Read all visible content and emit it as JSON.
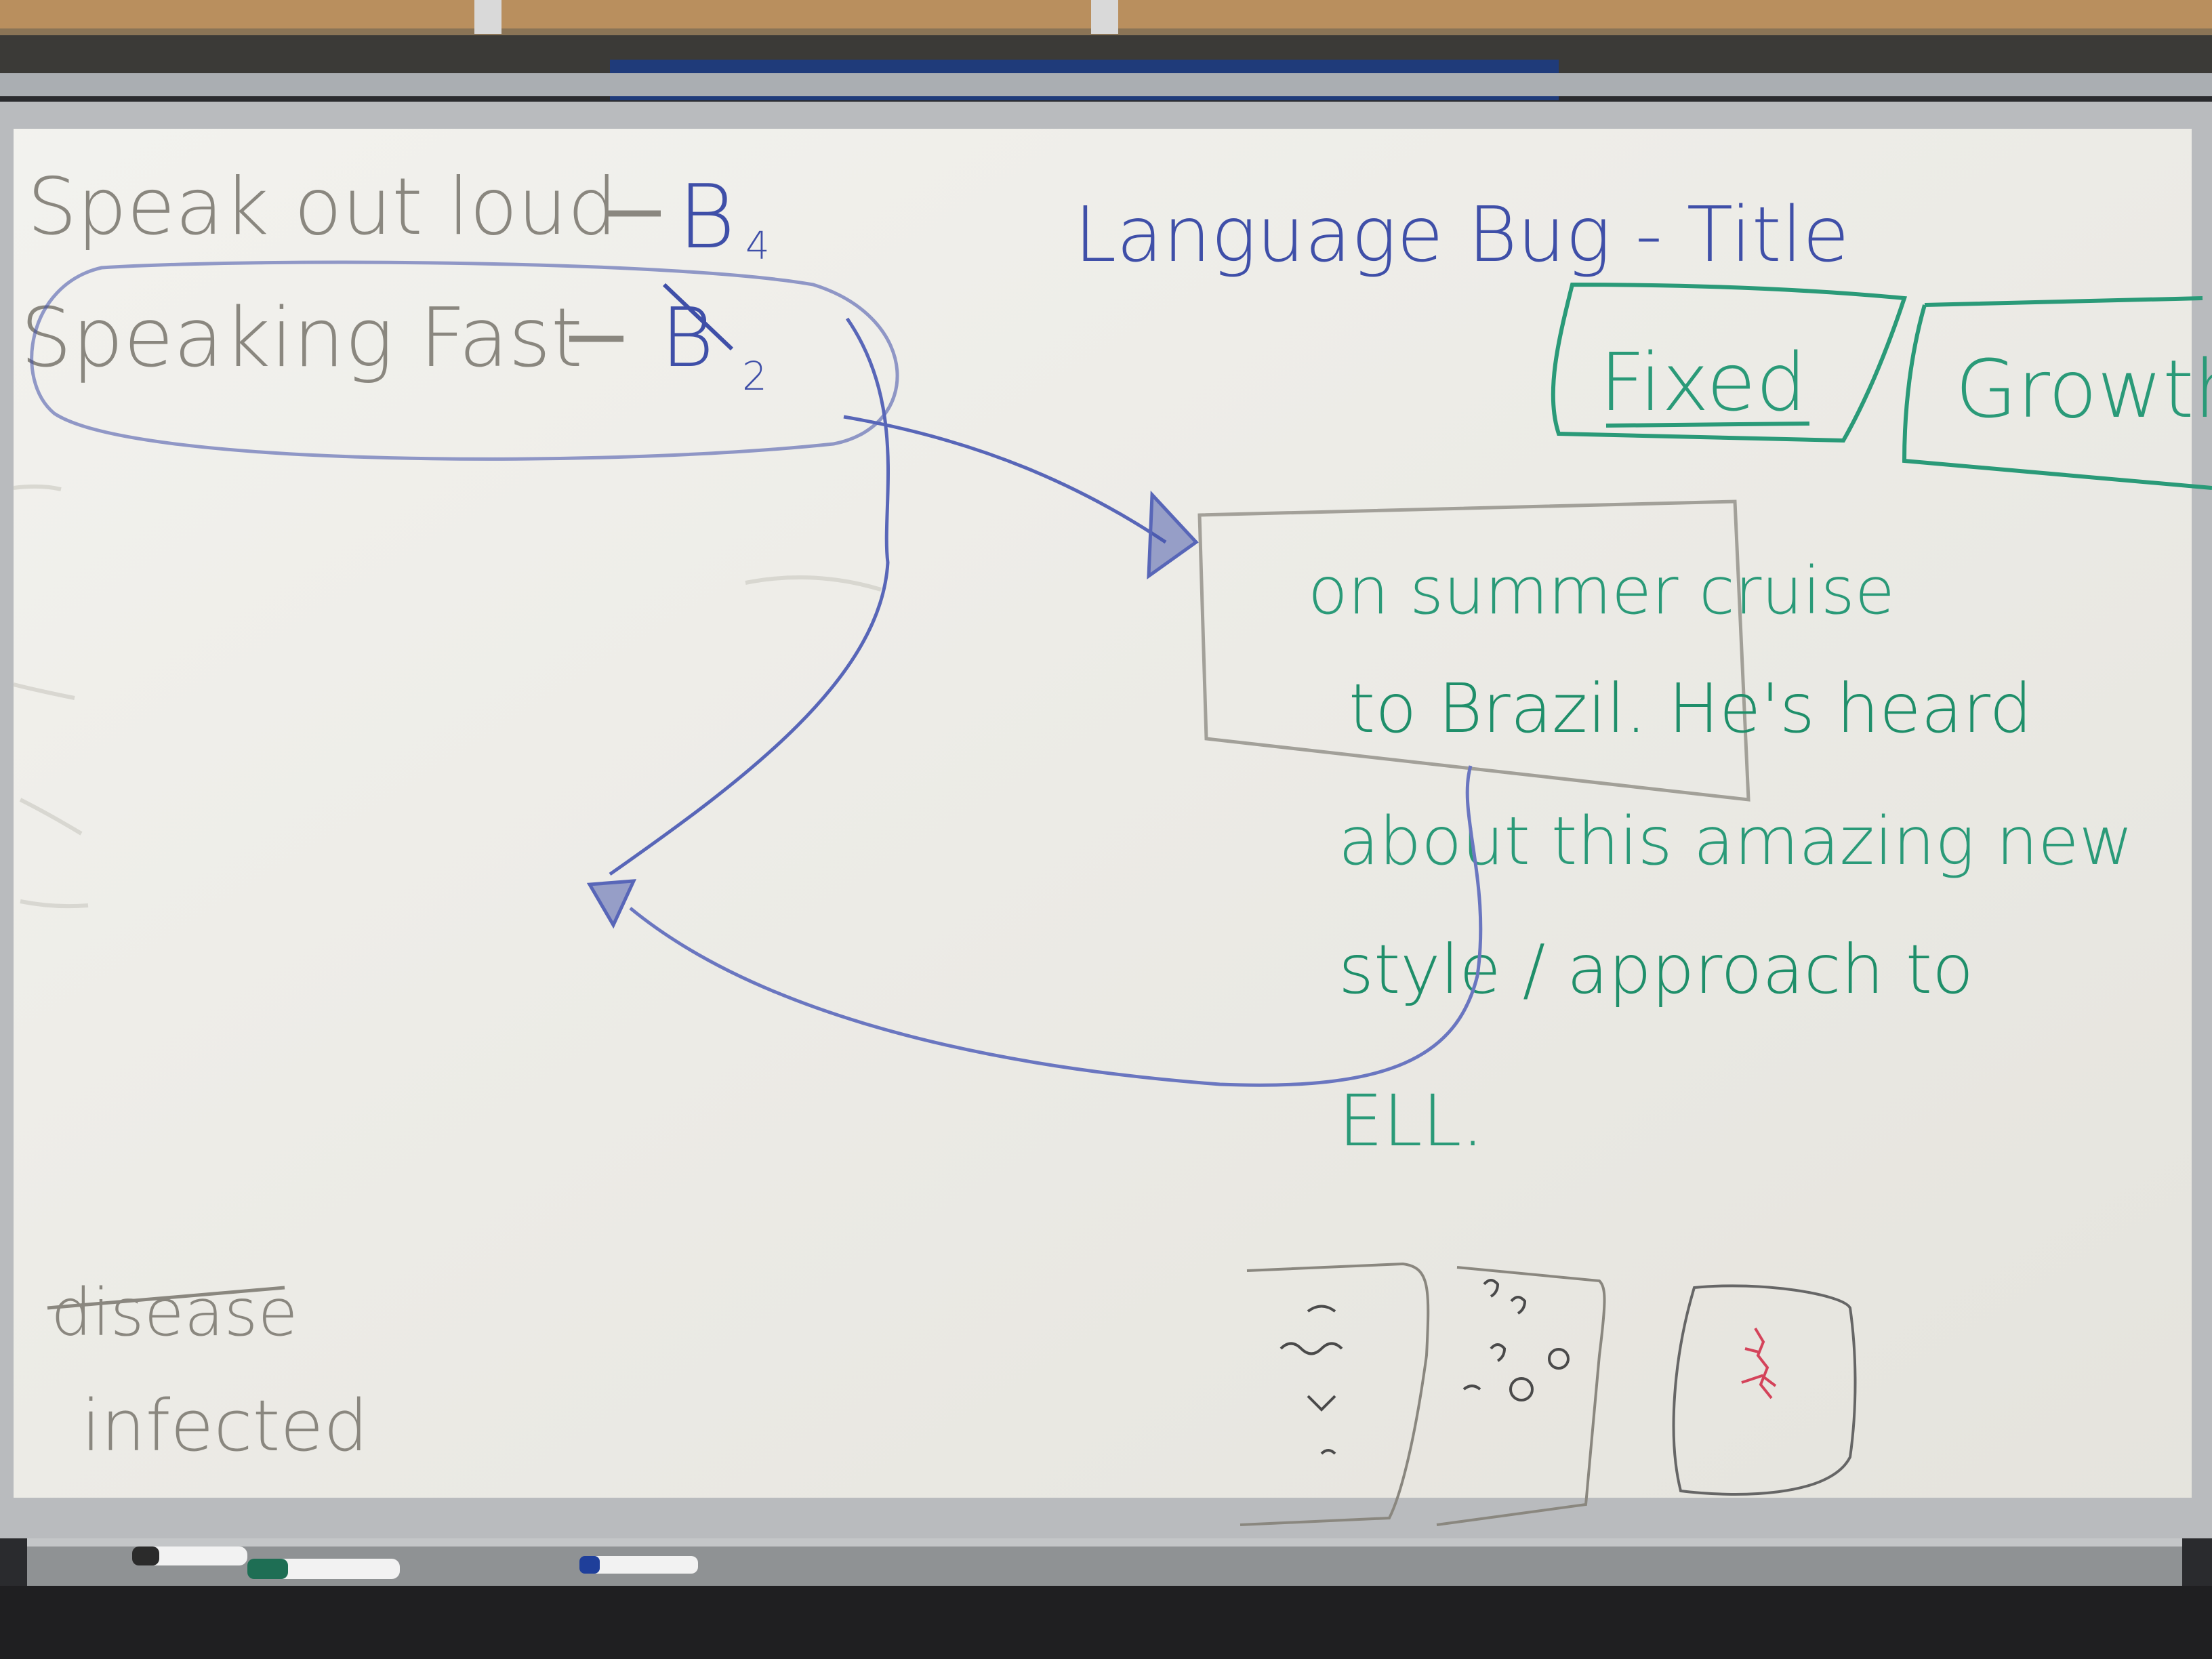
{
  "colors": {
    "marker_gray": "#8a877f",
    "marker_blue": "#3f4fa8",
    "marker_green": "#2a9a78",
    "marker_black": "#3a3a3a",
    "marker_red": "#d4435a",
    "board_surface": "#ecebe5",
    "frame": "#b9bbbe",
    "cork": "#b98f5e"
  },
  "whiteboard": {
    "left_notes": {
      "line1": "Speak out loud",
      "line1_suffix": "B",
      "line1_sub": "4",
      "line2": "Speaking Fast",
      "line2_suffix": "B",
      "line2_sub": "2"
    },
    "title_note": "Language Bug - Title",
    "mindset_boxes": {
      "fixed": "Fixed",
      "growth": "Growth"
    },
    "story_lines": [
      "on summer cruise",
      "to Brazil. He's heard",
      "about this amazing new",
      "style / approach to",
      "ELL."
    ],
    "bottom_notes": {
      "crossed_word": "disease",
      "word": "infected"
    },
    "sketch_panels": [
      {
        "icon": "wave-doodle-icon"
      },
      {
        "icon": "question-doodle-icon"
      },
      {
        "icon": "red-scribble-icon"
      }
    ]
  },
  "tray": {
    "markers": [
      {
        "color": "#2b2b2b",
        "cap": "black-cap-marker"
      },
      {
        "color": "#1e6e54",
        "cap": "green-cap-marker"
      },
      {
        "color": "#1f3f9a",
        "cap": "blue-cap-marker"
      }
    ]
  }
}
